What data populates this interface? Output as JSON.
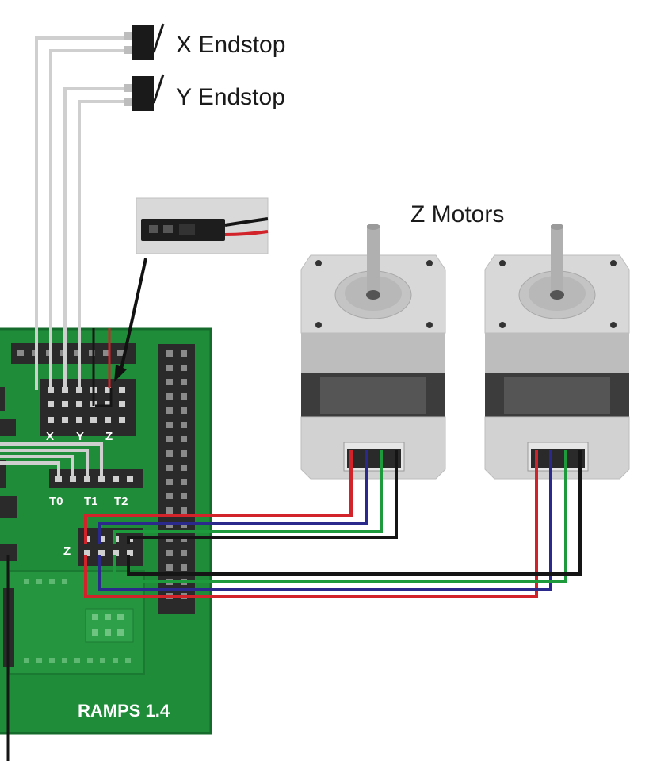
{
  "labels": {
    "x_endstop": "X Endstop",
    "y_endstop": "Y Endstop",
    "z_motors": "Z Motors",
    "board_name": "RAMPS 1.4",
    "header_x": "X",
    "header_y": "Y",
    "header_z": "Z",
    "header_t0": "T0",
    "header_t1": "T1",
    "header_t2": "T2",
    "z_driver": "Z"
  },
  "colors": {
    "board": "#1f8c3a",
    "board_edge": "#156b2b",
    "header": "#2a2a2a",
    "wire_endstop": "#cfcfcf",
    "wire_red": "#d2232a",
    "wire_blue": "#2b2a8c",
    "wire_green": "#1d9a3c",
    "wire_black": "#151515"
  }
}
